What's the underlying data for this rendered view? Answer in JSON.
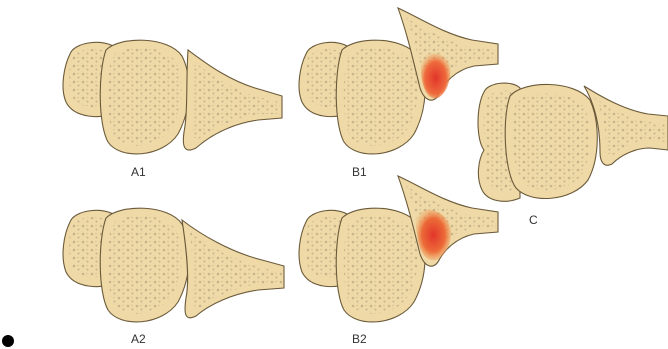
{
  "labels": {
    "a1": "A1",
    "a2": "A2",
    "b1": "B1",
    "b2": "B2",
    "c": "C"
  },
  "colors": {
    "bone_fill": "#EED9A7",
    "bone_stroke": "#6B5A3A",
    "spongy_dot": "#C8B48C",
    "inflamed_red": "#E2352A",
    "inflamed_orange": "#F0A055"
  }
}
